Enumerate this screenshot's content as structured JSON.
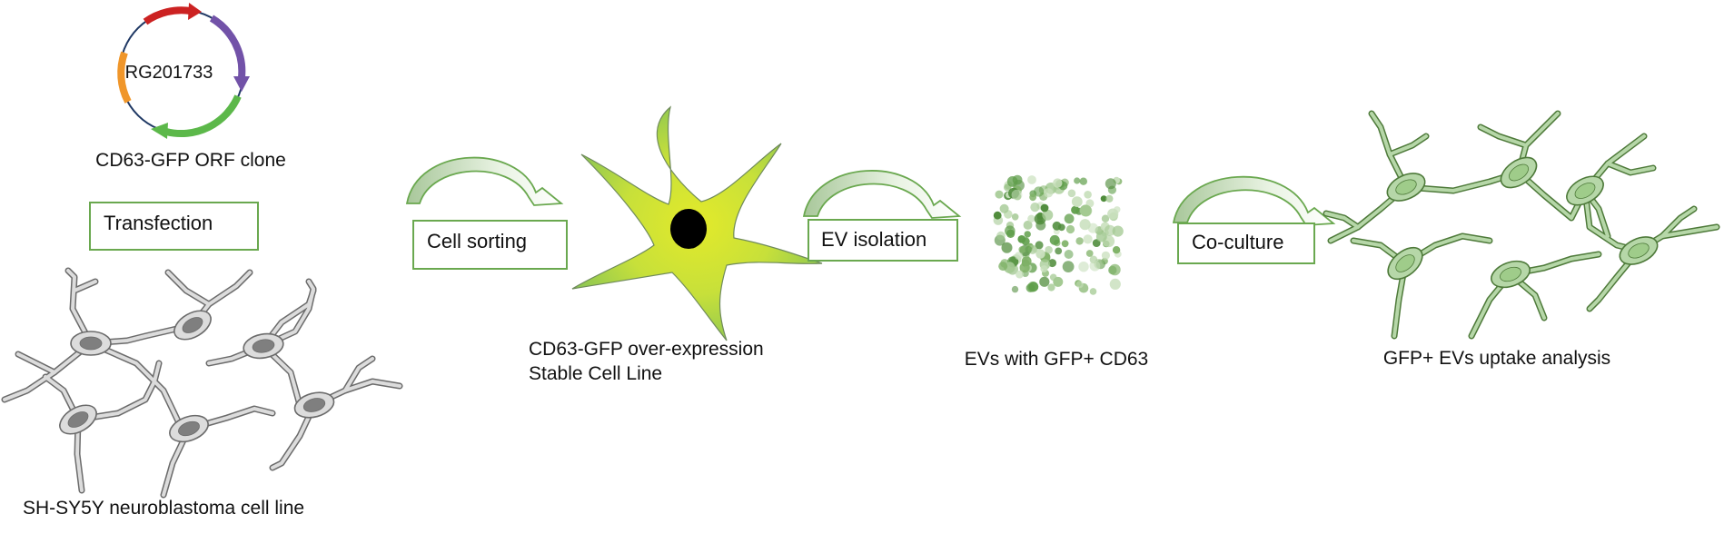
{
  "plasmid": {
    "name": "RG201733",
    "caption": "CD63-GFP ORF clone"
  },
  "steps": {
    "transfection": "Transfection",
    "cell_sorting": "Cell sorting",
    "ev_isolation": "EV isolation",
    "co_culture": "Co-culture"
  },
  "cells": {
    "shsy5y": "SH-SY5Y neuroblastoma cell line",
    "stable_line_1": "CD63-GFP over-expression",
    "stable_line_2": "Stable Cell Line",
    "evs": "EVs with GFP+ CD63",
    "uptake": "GFP+ EVs uptake analysis"
  },
  "colors": {
    "box_border": "#6aa84f",
    "neuron_gray_fill": "#dcdcdc",
    "neuron_gray_nucleus": "#7f7f7f",
    "neuron_green_fill": "#b6d7a8",
    "neuron_green_stroke": "#4e7a3a",
    "plasmid_red": "#cc2222",
    "plasmid_purple": "#7252a8",
    "plasmid_green": "#5cb84a",
    "plasmid_orange": "#f0962a"
  }
}
